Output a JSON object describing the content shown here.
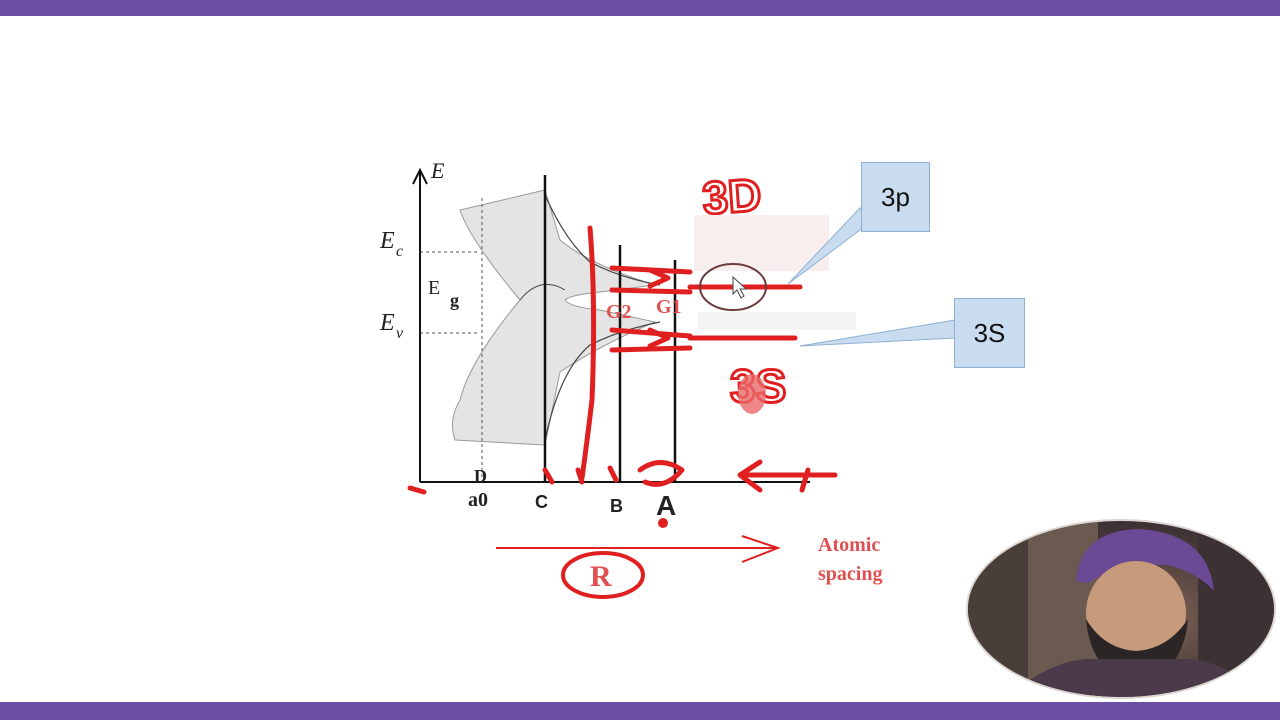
{
  "diagram": {
    "axis_y_label": "E",
    "conduction_label_main": "E",
    "conduction_label_sub": "c",
    "valence_label_main": "E",
    "valence_label_sub": "v",
    "gap_label_main": "E",
    "gap_label_sub": "g",
    "position_labels": {
      "d": "D",
      "a0": "a0",
      "c": "C",
      "b": "B",
      "a": "A"
    },
    "gap_markers": {
      "g2": "G2",
      "g1": "G1"
    },
    "spacing_axis_label_line1": "Atomic",
    "spacing_axis_label_line2": "spacing",
    "annotations": {
      "r_circled": "R",
      "orbital_3d": "3D",
      "orbital_3s_hand": "3S"
    }
  },
  "callouts": {
    "callout_3p": "3p",
    "callout_3s": "3S"
  },
  "colors": {
    "accent_bar": "#6a4fa3",
    "ink_red": "#e02020",
    "band_fill": "#e4e4e4",
    "callout_fill": "#c9dcef"
  }
}
